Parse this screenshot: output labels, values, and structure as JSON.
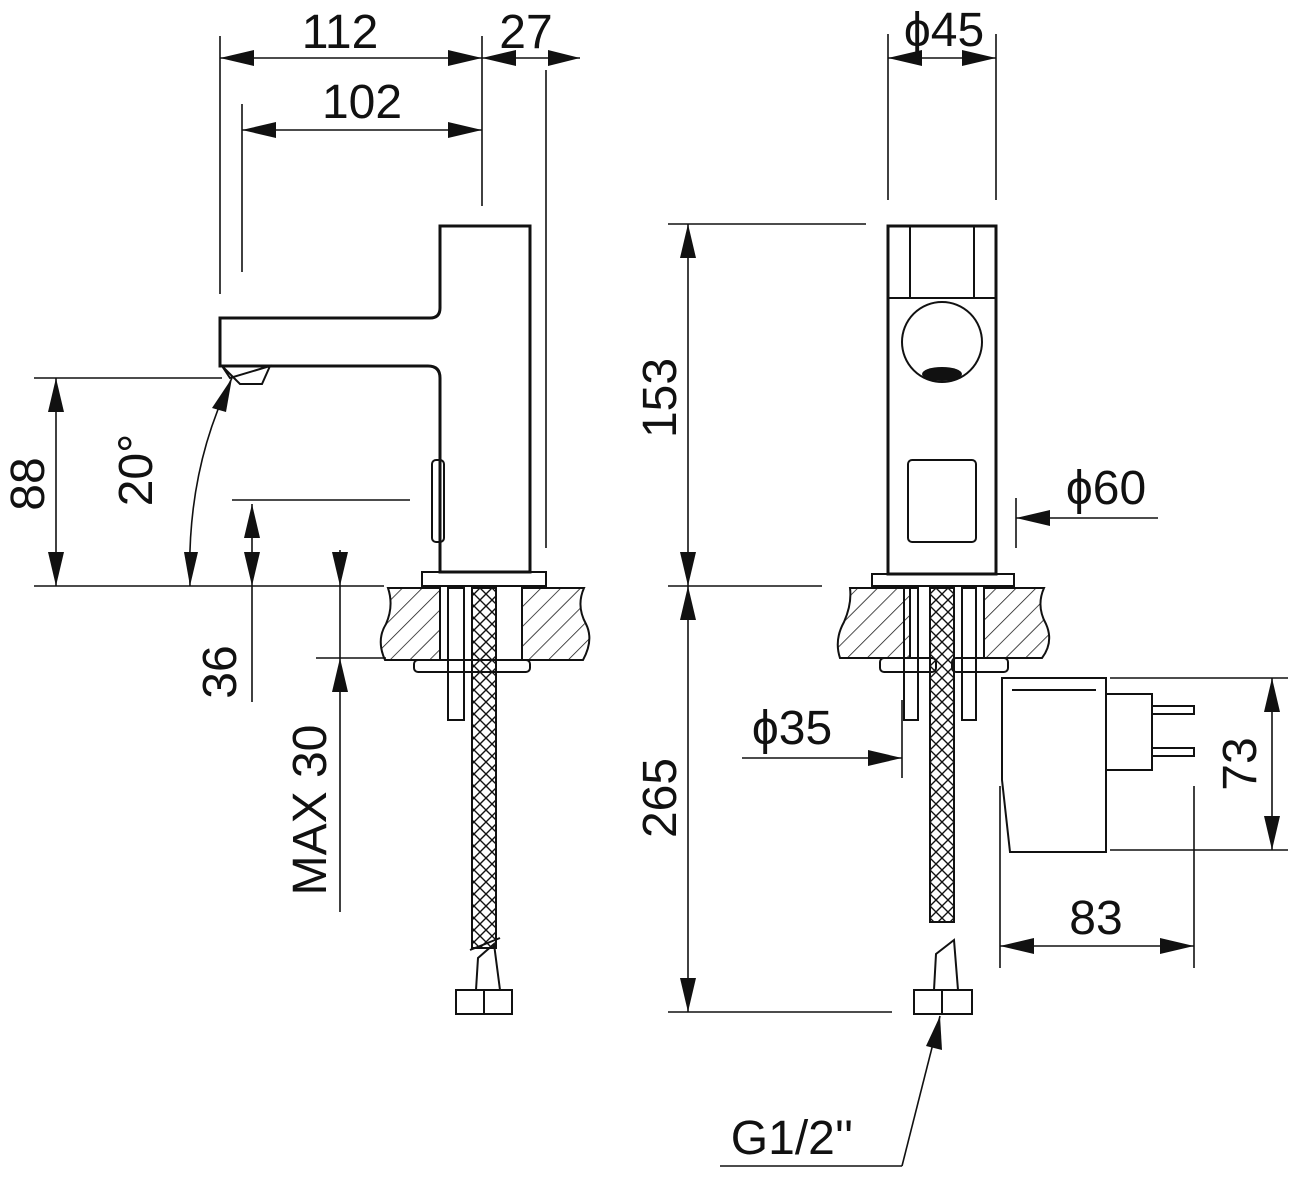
{
  "dimensions": {
    "d112": "112",
    "d27": "27",
    "d102": "102",
    "d88": "88",
    "d20deg": "20°",
    "d36": "36",
    "max30": "MAX 30",
    "d45": "ϕ45",
    "d153": "153",
    "d60": "ϕ60",
    "d35": "ϕ35",
    "d265": "265",
    "d73": "73",
    "d83": "83",
    "thread": "G1/2''"
  }
}
